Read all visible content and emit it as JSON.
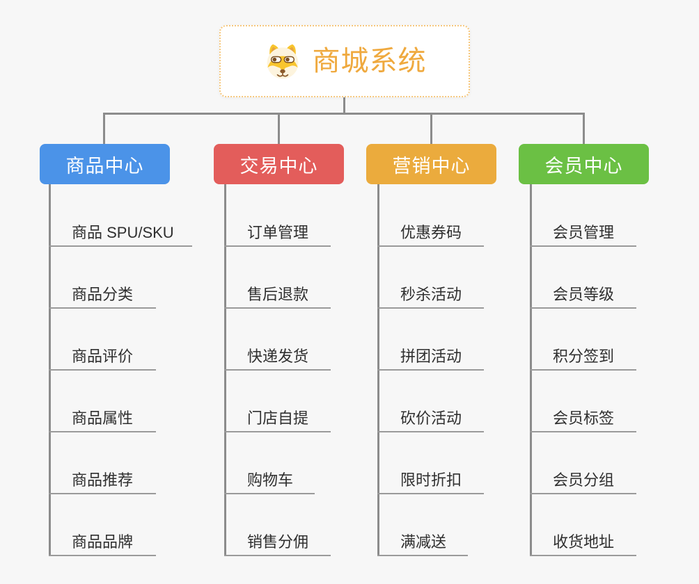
{
  "root": {
    "title": "商城系统",
    "icon": "dog-face-icon"
  },
  "branches": [
    {
      "label": "商品中心",
      "color": "#4b93e8",
      "children": [
        "商品 SPU/SKU",
        "商品分类",
        "商品评价",
        "商品属性",
        "商品推荐",
        "商品品牌"
      ]
    },
    {
      "label": "交易中心",
      "color": "#e35d5b",
      "children": [
        "订单管理",
        "售后退款",
        "快递发货",
        "门店自提",
        "购物车",
        "销售分佣"
      ]
    },
    {
      "label": "营销中心",
      "color": "#ebab3d",
      "children": [
        "优惠券码",
        "秒杀活动",
        "拼团活动",
        "砍价活动",
        "限时折扣",
        "满减送"
      ]
    },
    {
      "label": "会员中心",
      "color": "#6bc044",
      "children": [
        "会员管理",
        "会员等级",
        "积分签到",
        "会员标签",
        "会员分组",
        "收货地址"
      ]
    }
  ],
  "colors": {
    "background": "#f7f7f7",
    "title": "#efa93e",
    "root_border": "#f6c77c",
    "connector": "#8c8c8c",
    "underline": "#9a9a9a",
    "leaf_text": "#2f2f2f"
  }
}
